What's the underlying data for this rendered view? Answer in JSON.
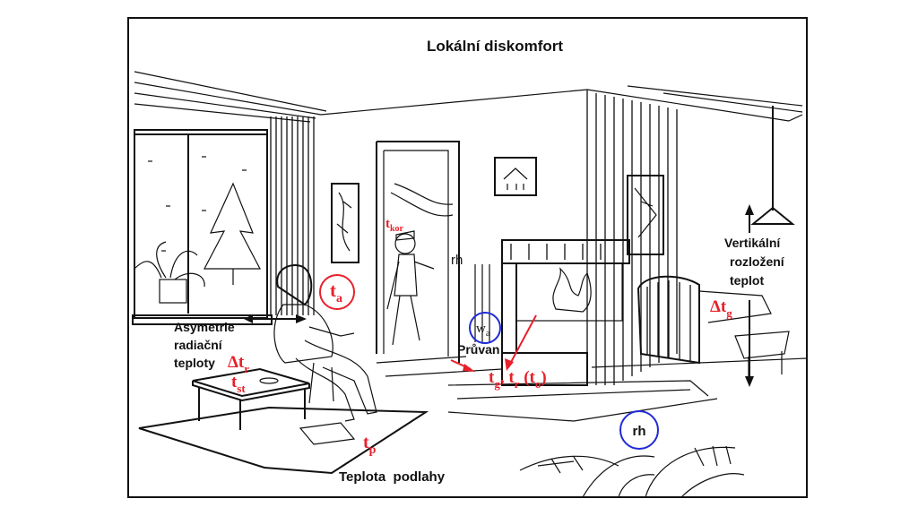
{
  "title": "Lokální diskomfort",
  "labels": {
    "vertical_1": "Vertikální",
    "vertical_2": "rozložení",
    "vertical_3": "teplot",
    "asym_1": "Asymetrie",
    "asym_2": "radiační",
    "asym_3": "teploty",
    "pruvan": "Průvan",
    "floor": "Teplota  podlahy",
    "rh_plain": "rh",
    "rh_circled": "rh"
  },
  "symbols": {
    "t_kor": {
      "base": "t",
      "sub": "kor"
    },
    "t_a": {
      "base": "t",
      "sub": "a"
    },
    "w_a": {
      "base": "w",
      "sub": "a"
    },
    "delta_t_g": {
      "base": "Δt",
      "sub": "g"
    },
    "delta_t_r": {
      "base": "Δt",
      "sub": "r"
    },
    "t_st": {
      "base": "t",
      "sub": "st"
    },
    "t_p": {
      "base": "t",
      "sub": "p"
    },
    "tg_tr_to": {
      "t1": "t",
      "s1": "g",
      "comma": ", ",
      "t2": "t",
      "s2": "r",
      "open": " (",
      "t3": "t",
      "s3": "o",
      "close": ")"
    }
  },
  "colors": {
    "label_red": "#e8202a",
    "circle_red": "#e8202a",
    "circle_blue": "#1f2bd6",
    "ink": "#111111"
  }
}
